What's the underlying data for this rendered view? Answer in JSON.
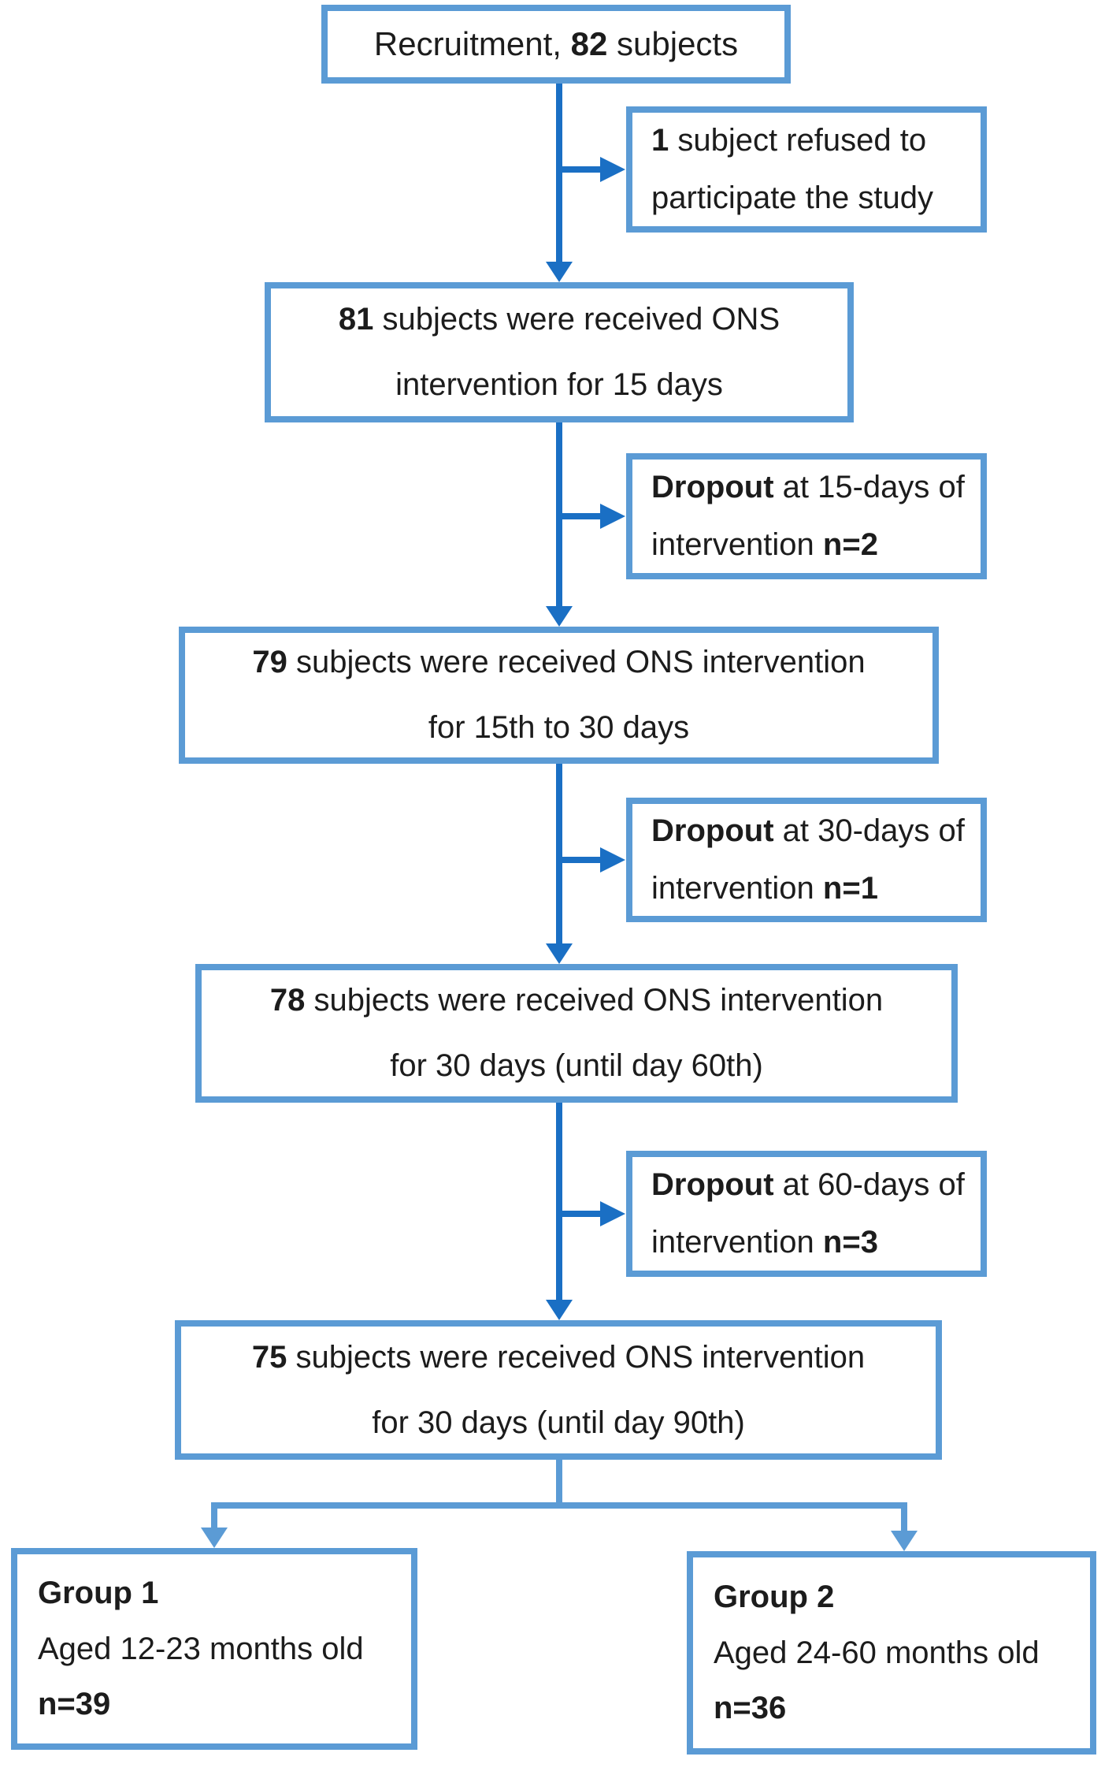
{
  "diagram": {
    "type": "study-flow-diagram",
    "colors": {
      "box_border": "#5b9bd5",
      "connector_dark": "#1a6fc4",
      "connector_light": "#5b9bd5",
      "text": "#1c1c1c",
      "background": "#ffffff"
    },
    "boxes": {
      "recruitment": {
        "lines": [
          [
            {
              "t": "Recruitment, "
            },
            {
              "t": "82",
              "b": true
            },
            {
              "t": " subjects"
            }
          ]
        ]
      },
      "refused": {
        "lines": [
          [
            {
              "t": "1",
              "b": true
            },
            {
              "t": " subject refused to"
            }
          ],
          [
            {
              "t": "participate the study"
            }
          ]
        ]
      },
      "ons15": {
        "lines": [
          [
            {
              "t": "81",
              "b": true
            },
            {
              "t": " subjects were received ONS"
            }
          ],
          [
            {
              "t": "intervention for 15 days"
            }
          ]
        ]
      },
      "dropout15": {
        "lines": [
          [
            {
              "t": "Dropout",
              "b": true
            },
            {
              "t": " at 15-days of"
            }
          ],
          [
            {
              "t": "intervention "
            },
            {
              "t": "n=2",
              "b": true
            }
          ]
        ]
      },
      "ons30": {
        "lines": [
          [
            {
              "t": "79",
              "b": true
            },
            {
              "t": " subjects were received ONS intervention"
            }
          ],
          [
            {
              "t": "for 15th to 30 days"
            }
          ]
        ]
      },
      "dropout30": {
        "lines": [
          [
            {
              "t": "Dropout",
              "b": true
            },
            {
              "t": " at 30-days of"
            }
          ],
          [
            {
              "t": "intervention "
            },
            {
              "t": "n=1",
              "b": true
            }
          ]
        ]
      },
      "ons60": {
        "lines": [
          [
            {
              "t": "78",
              "b": true
            },
            {
              "t": " subjects were received ONS intervention"
            }
          ],
          [
            {
              "t": "for 30 days (until day 60th)"
            }
          ]
        ]
      },
      "dropout60": {
        "lines": [
          [
            {
              "t": "Dropout",
              "b": true
            },
            {
              "t": " at 60-days of"
            }
          ],
          [
            {
              "t": "intervention "
            },
            {
              "t": "n=3",
              "b": true
            }
          ]
        ]
      },
      "ons90": {
        "lines": [
          [
            {
              "t": "75",
              "b": true
            },
            {
              "t": " subjects were received ONS intervention"
            }
          ],
          [
            {
              "t": "for 30 days (until day 90th)"
            }
          ]
        ]
      },
      "group1": {
        "lines": [
          [
            {
              "t": "Group 1",
              "b": true
            }
          ],
          [
            {
              "t": "Aged 12-23 months old"
            }
          ],
          [
            {
              "t": "n=39",
              "b": true
            }
          ]
        ]
      },
      "group2": {
        "lines": [
          [
            {
              "t": "Group 2",
              "b": true
            }
          ],
          [
            {
              "t": "Aged 24-60 months old"
            }
          ],
          [
            {
              "t": "n=36",
              "b": true
            }
          ]
        ]
      }
    }
  }
}
